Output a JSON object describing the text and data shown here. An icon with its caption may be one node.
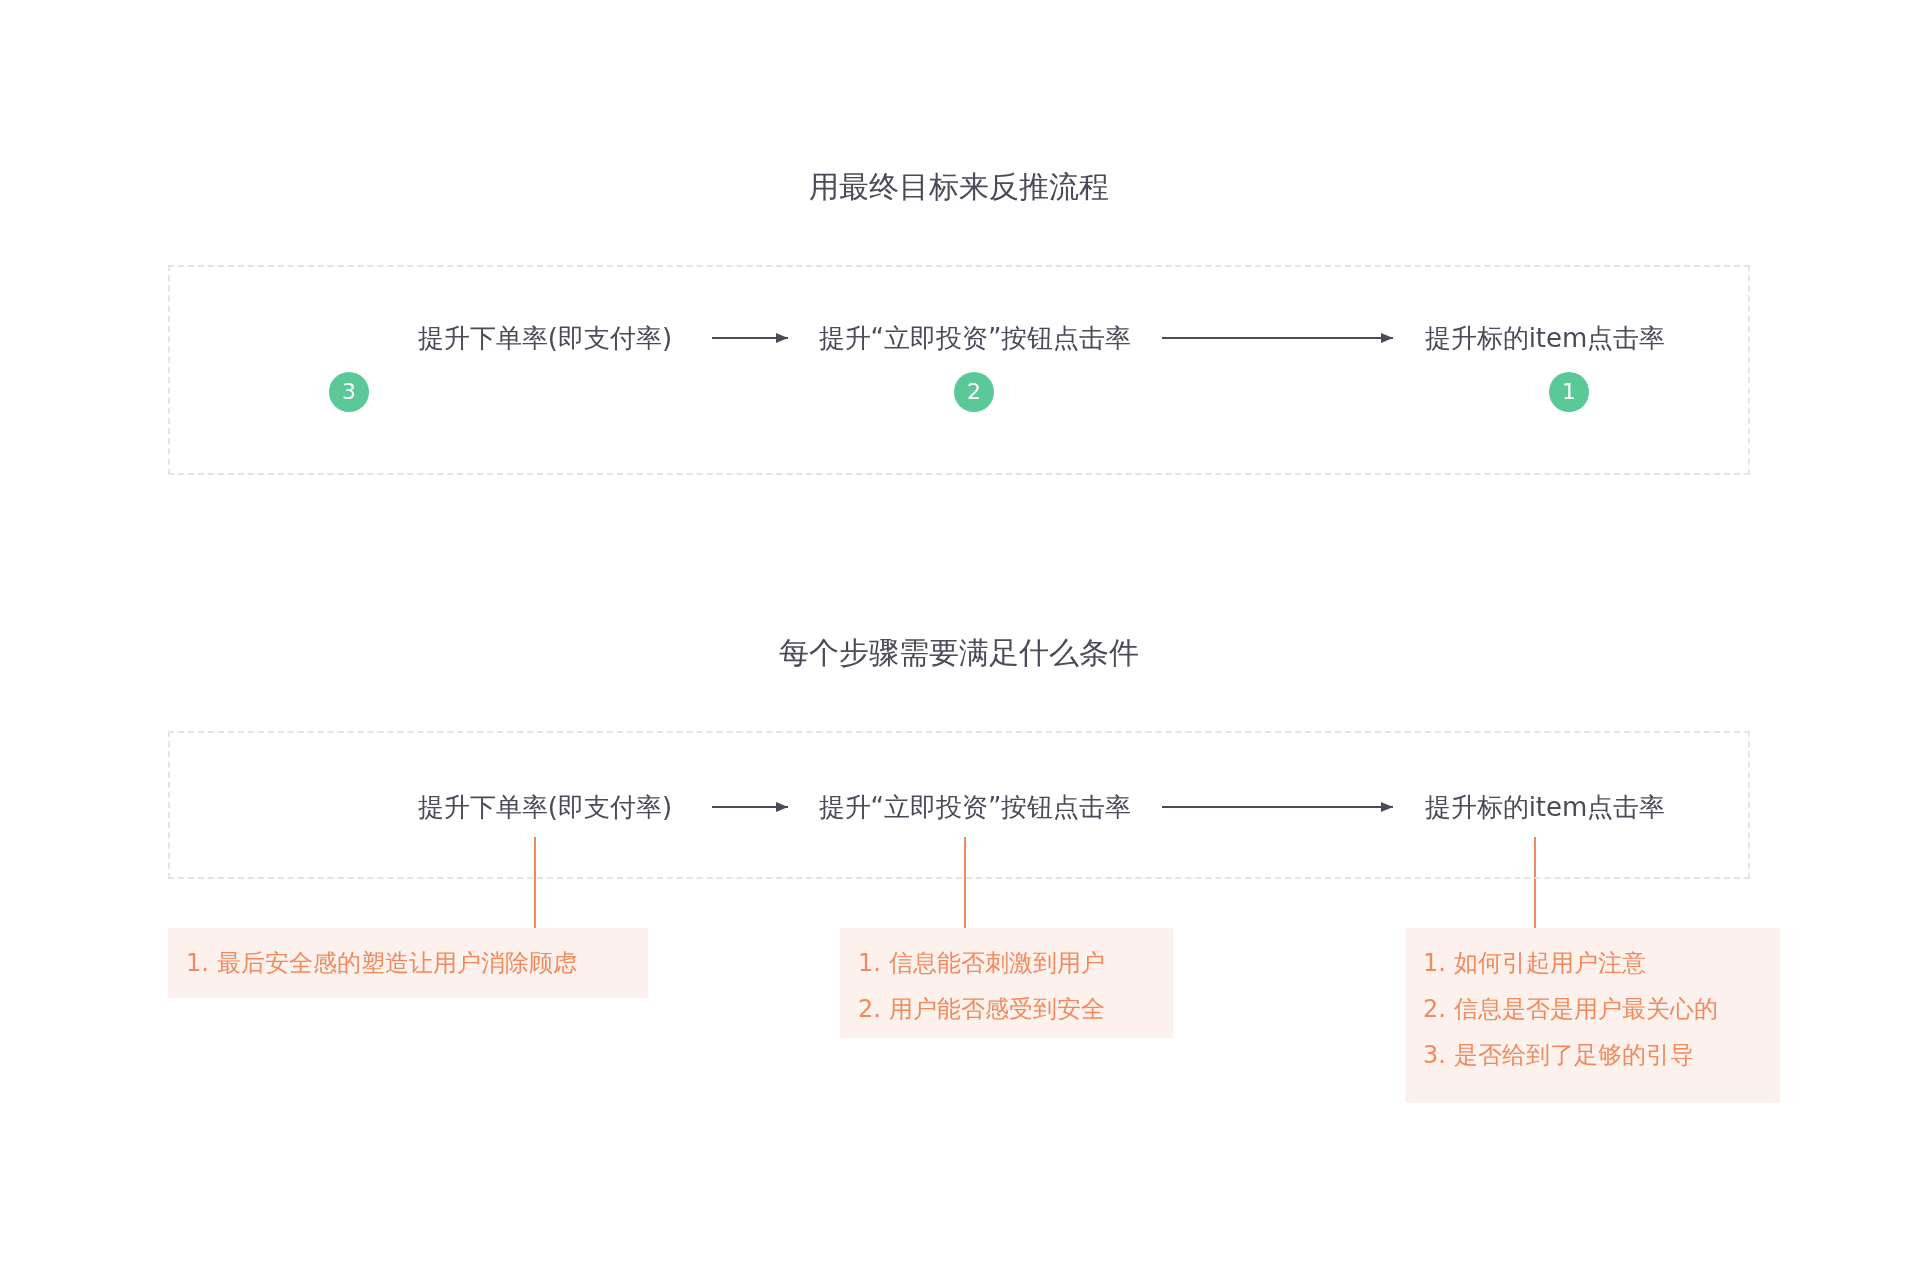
{
  "diagram": {
    "nodes": [
      {
        "text": [
          "用最终目标来反推流程"
        ]
      },
      {
        "text": [
          "提升下单率(即支付率)"
        ],
        "in": 0
      },
      {
        "text": [
          "3"
        ],
        "in": 0
      },
      {
        "text": [
          "提升“立即投资”按钮点击率"
        ],
        "in": 0
      },
      {
        "text": [
          "2"
        ],
        "in": 0
      },
      {
        "text": [
          "提升标的item点击率"
        ],
        "in": 0
      },
      {
        "text": [
          "1"
        ],
        "in": 0
      },
      {
        "text": [
          "每个步骤需要满足什么条件"
        ]
      },
      {
        "text": [
          "提升下单率(即支付率)"
        ],
        "in": 7
      },
      {
        "text": [
          "提升“立即投资”按钮点击率"
        ],
        "in": 7
      },
      {
        "text": [
          "提升标的item点击率"
        ],
        "in": 7
      },
      {
        "text": [
          "1. 最后安全感的塑造让用户消除顾虑"
        ]
      },
      {
        "text": [
          "1. 信息能否刺激到用户",
          "2. 用户能否感受到安全"
        ]
      },
      {
        "text": [
          "1. 如何引起用户注意",
          "2. 信息是否是用户最关心的",
          "3. 是否给到了足够的引导"
        ]
      }
    ],
    "edges": [
      {
        "from": 1,
        "to": 3,
        "arrow": "to"
      },
      {
        "from": 3,
        "to": 5,
        "arrow": "to"
      },
      {
        "from": 8,
        "to": 9,
        "arrow": "to"
      },
      {
        "from": 9,
        "to": 10,
        "arrow": "to"
      },
      {
        "from": 8,
        "to": 11,
        "arrow": "none",
        "color": "#f08a5d"
      },
      {
        "from": 9,
        "to": 12,
        "arrow": "none",
        "color": "#f08a5d"
      },
      {
        "from": 10,
        "to": 13,
        "arrow": "none",
        "color": "#f08a5d"
      }
    ]
  }
}
